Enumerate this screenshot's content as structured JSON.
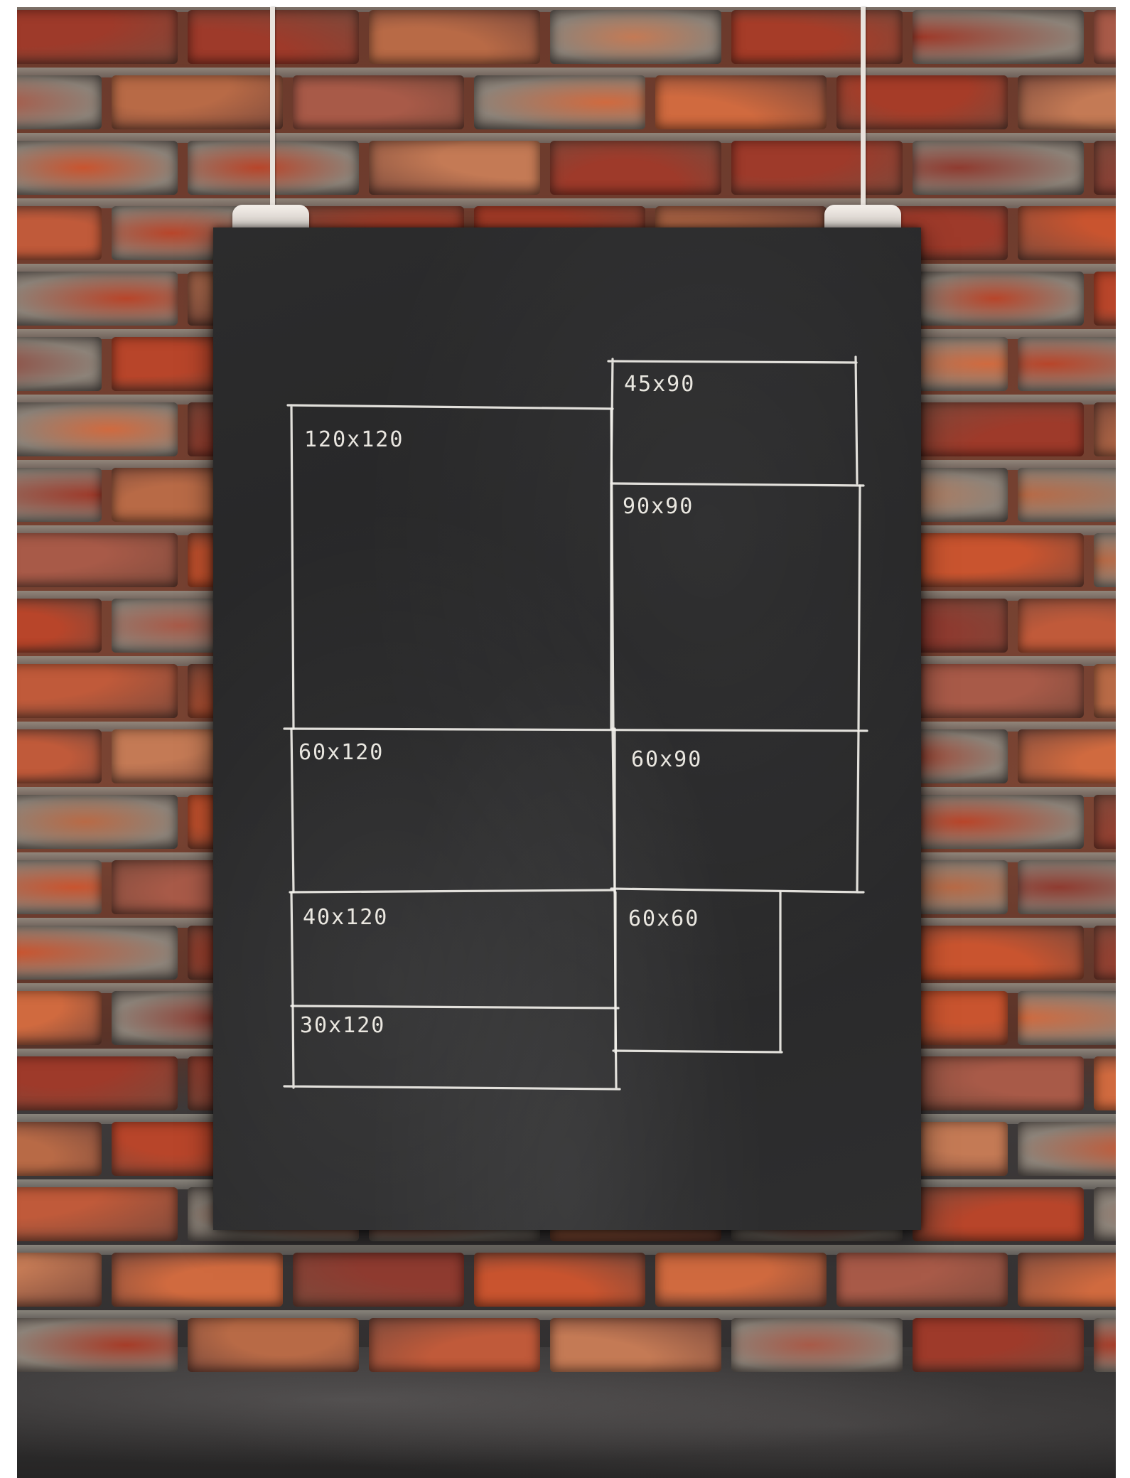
{
  "scene": {
    "description_labels": [
      "45x90",
      "120x120",
      "90x90",
      "60x120",
      "60x90",
      "40x120",
      "60x60",
      "30x120"
    ]
  },
  "frames": [
    {
      "label": "45x90"
    },
    {
      "label": "120x120"
    },
    {
      "label": "90x90"
    },
    {
      "label": "60x120"
    },
    {
      "label": "60x90"
    },
    {
      "label": "40x120"
    },
    {
      "label": "60x60"
    },
    {
      "label": "30x120"
    }
  ],
  "colors": {
    "chalk": "#f1efe9",
    "board": "#2a2a2b",
    "brick": "#b5452b"
  }
}
